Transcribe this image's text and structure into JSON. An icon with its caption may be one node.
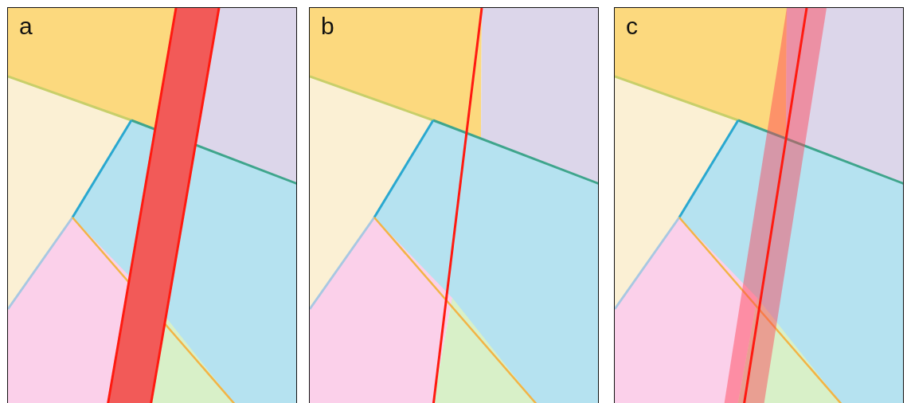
{
  "diagram": {
    "labels": [
      "a",
      "b",
      "c"
    ]
  }
}
